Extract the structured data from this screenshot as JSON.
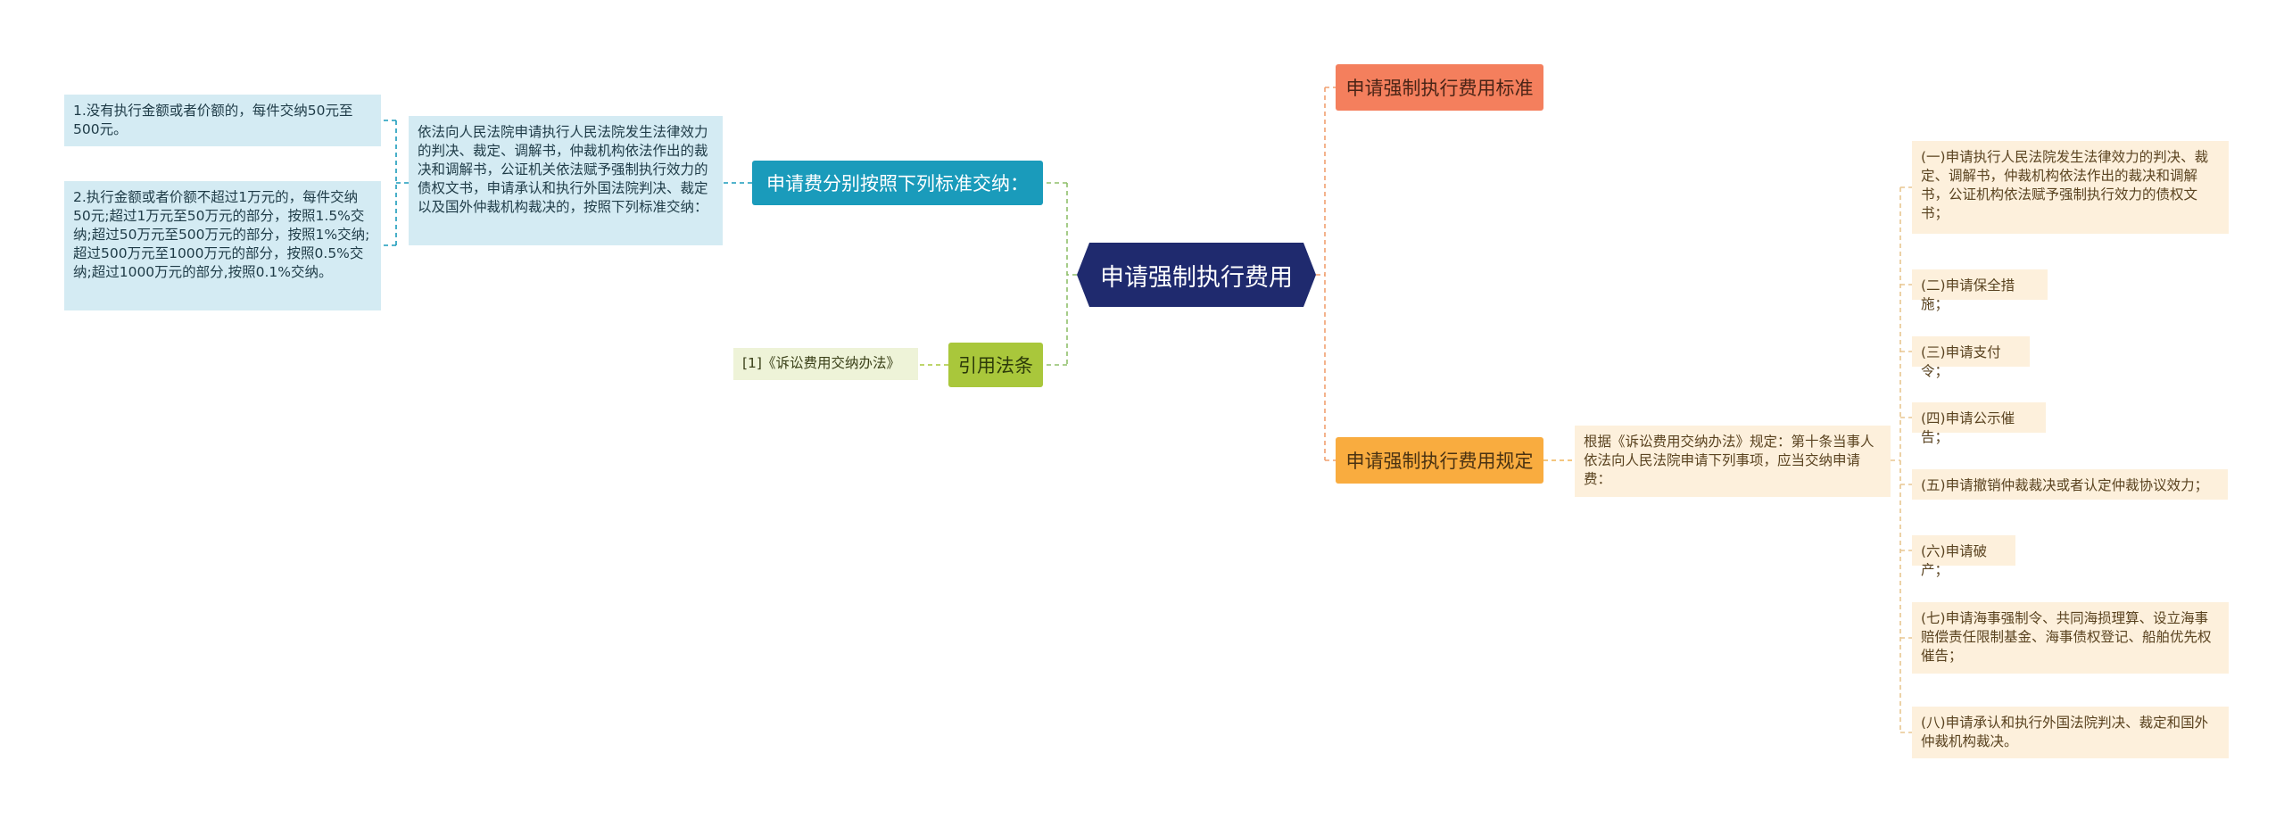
{
  "root": {
    "title": "申请强制执行费用"
  },
  "branches": {
    "standard": {
      "label": "申请强制执行费用标准"
    },
    "rules": {
      "label": "申请强制执行费用规定",
      "detail": "根据《诉讼费用交纳办法》规定：第十条当事人依法向人民法院申请下列事项，应当交纳申请费：",
      "items": [
        "(一)申请执行人民法院发生法律效力的判决、裁定、调解书，仲裁机构依法作出的裁决和调解书，公证机构依法赋予强制执行效力的债权文书；",
        "(二)申请保全措施；",
        "(三)申请支付令；",
        "(四)申请公示催告；",
        "(五)申请撤销仲裁裁决或者认定仲裁协议效力；",
        "(六)申请破产；",
        "(七)申请海事强制令、共同海损理算、设立海事赔偿责任限制基金、海事债权登记、船舶优先权催告；",
        "(八)申请承认和执行外国法院判决、裁定和国外仲裁机构裁决。"
      ]
    },
    "fee": {
      "label": "申请费分别按照下列标准交纳：",
      "detail": "依法向人民法院申请执行人民法院发生法律效力的判决、裁定、调解书，仲裁机构依法作出的裁决和调解书，公证机关依法赋予强制执行效力的债权文书，申请承认和执行外国法院判决、裁定以及国外仲裁机构裁决的，按照下列标准交纳：",
      "items": [
        "1.没有执行金额或者价额的，每件交纳50元至500元。",
        "2.执行金额或者价额不超过1万元的，每件交纳50元;超过1万元至50万元的部分，按照1.5%交纳;超过50万元至500万元的部分，按照1%交纳;超过500万元至1000万元的部分，按照0.5%交纳;超过1000万元的部分,按照0.1%交纳。"
      ]
    },
    "cite": {
      "label": "引用法条",
      "detail": "[1]《诉讼费用交纳办法》"
    }
  },
  "colors": {
    "root": "#1f2a6e",
    "standard": "#f47f5d",
    "rules": "#f9ac3f",
    "fee": "#1a9bbb",
    "cite": "#a9c73b"
  }
}
